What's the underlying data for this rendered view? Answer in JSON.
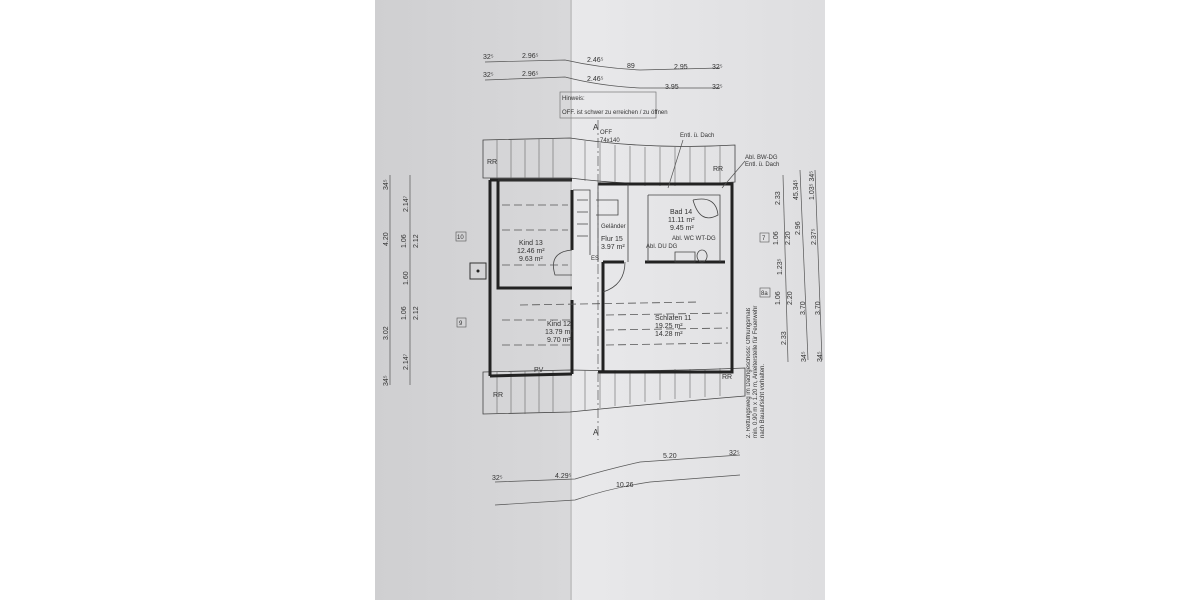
{
  "top_dims_row1": [
    "32⁵",
    "2.96⁵",
    "2.46⁵",
    "89",
    "2.95",
    "32⁵"
  ],
  "top_dims_row2": [
    "32⁵",
    "2.96⁵",
    "2.46⁵",
    "3.95",
    "32⁵"
  ],
  "note": {
    "title": "Hinweis:",
    "text": "OFF. ist schwer zu erreichen / zu öffnen"
  },
  "window_label": [
    "OFF",
    "74x140"
  ],
  "callouts": {
    "entl_dach": "Entl. ü. Dach",
    "abl_bw": "Abl. BW-DG",
    "entl_dach2": "Entl. ü. Dach",
    "abl_wc": "Abl. WC WT-DG",
    "abl_du": "Abl. DU DG",
    "gelaender": "Geländer",
    "es": "ES"
  },
  "rooms": [
    {
      "name": "Kind 13",
      "area1": "12.46 m²",
      "area2": "9.63 m²"
    },
    {
      "name": "Flur 15",
      "area1": "3.97 m²",
      "area2": ""
    },
    {
      "name": "Bad 14",
      "area1": "11.11 m²",
      "area2": "9.45 m²"
    },
    {
      "name": "Kind 12",
      "area1": "13.79 m²",
      "area2": "9.70 m²"
    },
    {
      "name": "Schlafen 11",
      "area1": "19.25 m²",
      "area2": "14.28 m²"
    }
  ],
  "markers": {
    "rr": "RR",
    "pv": "PV",
    "n10": "10",
    "n9": "9",
    "n7": "7",
    "n8": "8a"
  },
  "left_dims_outer": [
    "34⁵",
    "4.20",
    "3.02",
    "34⁵"
  ],
  "left_dims_inner": [
    "2.14⁷",
    "1.06",
    "2.12",
    "1.60",
    "1.06",
    "2.12",
    "2.14⁷"
  ],
  "right_dims_1": [
    "2.33",
    "1.06",
    "2.20",
    "1.23⁵",
    "1.06",
    "2.20",
    "2.33"
  ],
  "right_dims_2": [
    "45.34⁵",
    "2.96",
    "3.70",
    "34⁵"
  ],
  "right_dims_3": [
    "1.03⁵ 34⁵",
    "2.37⁵",
    "3.70",
    "34⁵"
  ],
  "right_note": "2. Rettungsweg im Dachgeschoss: Öffnungsmaß min. 0.90 m x 1.20 m, Anleiterstelle für Feuerwehr nach Bauaufsicht vorhalten.",
  "bottom_dims_row1": [
    "32⁵",
    "4.29⁵",
    "5.20",
    "32⁵"
  ],
  "bottom_dims_row2": [
    "10.26"
  ],
  "section_mark": "A"
}
